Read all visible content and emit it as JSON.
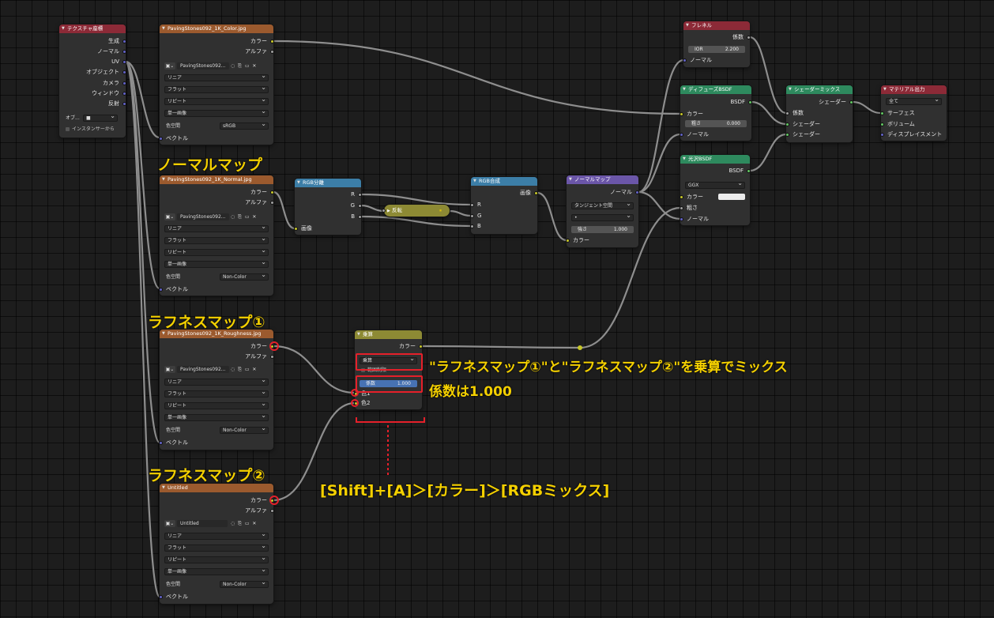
{
  "texcoord": {
    "title": "テクスチャ座標",
    "outputs": [
      "生成",
      "ノーマル",
      "UV",
      "オブジェクト",
      "カメラ",
      "ウィンドウ",
      "反射"
    ],
    "object_label": "オブ...",
    "instancer_label": "インスタンサーから"
  },
  "imgnode_common": {
    "out_color": "カラー",
    "out_alpha": "アルファ",
    "interp": "リニア",
    "proj": "フラット",
    "ext": "リピート",
    "src": "単一画像",
    "colorspace_label": "色空間",
    "vector": "ベクトル",
    "icon_buttons": "◌ ⎘ ▭ ✕"
  },
  "img1": {
    "title": "PavingStones092_1K_Color.jpg",
    "imgname": "PavingStones092...",
    "colorspace": "sRGB"
  },
  "img2": {
    "title": "PavingStones092_1K_Normal.jpg",
    "imgname": "PavingStones092...",
    "colorspace": "Non-Color"
  },
  "img3": {
    "title": "PavingStones092_1K_Roughness.jpg",
    "imgname": "PavingStones092...",
    "colorspace": "Non-Color"
  },
  "img4": {
    "title": "Untitled",
    "imgname": "Untitled",
    "colorspace": "Non-Color"
  },
  "sep": {
    "title": "RGB分離",
    "outputs": [
      "R",
      "G",
      "B"
    ],
    "input": "画像"
  },
  "invert": {
    "title": "反転"
  },
  "comb": {
    "title": "RGB合成",
    "output": "画像",
    "inputs": [
      "R",
      "G",
      "B"
    ]
  },
  "normalmap": {
    "title": "ノーマルマップ",
    "output": "ノーマル",
    "space": "タンジェント空間",
    "uvfield": "•",
    "strength_label": "強さ",
    "strength": "1.000",
    "input": "カラー"
  },
  "fresnel": {
    "title": "フレネル",
    "output": "係数",
    "ior_label": "IOR",
    "ior": "2.200",
    "input": "ノーマル"
  },
  "diffuse": {
    "title": "ディフューズBSDF",
    "output": "BSDF",
    "in_color": "カラー",
    "rough_label": "粗さ",
    "rough": "0.000",
    "in_normal": "ノーマル"
  },
  "glossy": {
    "title": "光沢BSDF",
    "output": "BSDF",
    "dist": "GGX",
    "in_color": "カラー",
    "in_rough": "粗さ",
    "in_normal": "ノーマル"
  },
  "mixshader": {
    "title": "シェーダーミックス",
    "output": "シェーダー",
    "inputs": [
      "係数",
      "シェーダー",
      "シェーダー"
    ]
  },
  "matout": {
    "title": "マテリアル出力",
    "target": "全て",
    "inputs": [
      "サーフェス",
      "ボリューム",
      "ディスプレイスメント"
    ]
  },
  "mixrgb": {
    "title": "乗算",
    "output": "カラー",
    "blend": "乗算",
    "clamp_label": "範囲制限",
    "fac_label": "係数",
    "fac": "1.000",
    "in1": "色1",
    "in2": "色2"
  },
  "annotations": {
    "normal_map": "ノーマルマップ",
    "rough1": "ラフネスマップ①",
    "rough2": "ラフネスマップ②",
    "mix_line1": "\"ラフネスマップ①\"と\"ラフネスマップ②\"を乗算でミックス",
    "mix_line2": "係数は1.000",
    "shortcut": "[Shift]+[A]＞[カラー]＞[RGBミックス]"
  },
  "colors": {
    "annotation": "#f4d000",
    "highlight": "#e5202a",
    "socket_color": "#c7c729",
    "socket_float": "#a1a1a1",
    "socket_vector": "#6363c7",
    "socket_shader": "#63c763"
  }
}
